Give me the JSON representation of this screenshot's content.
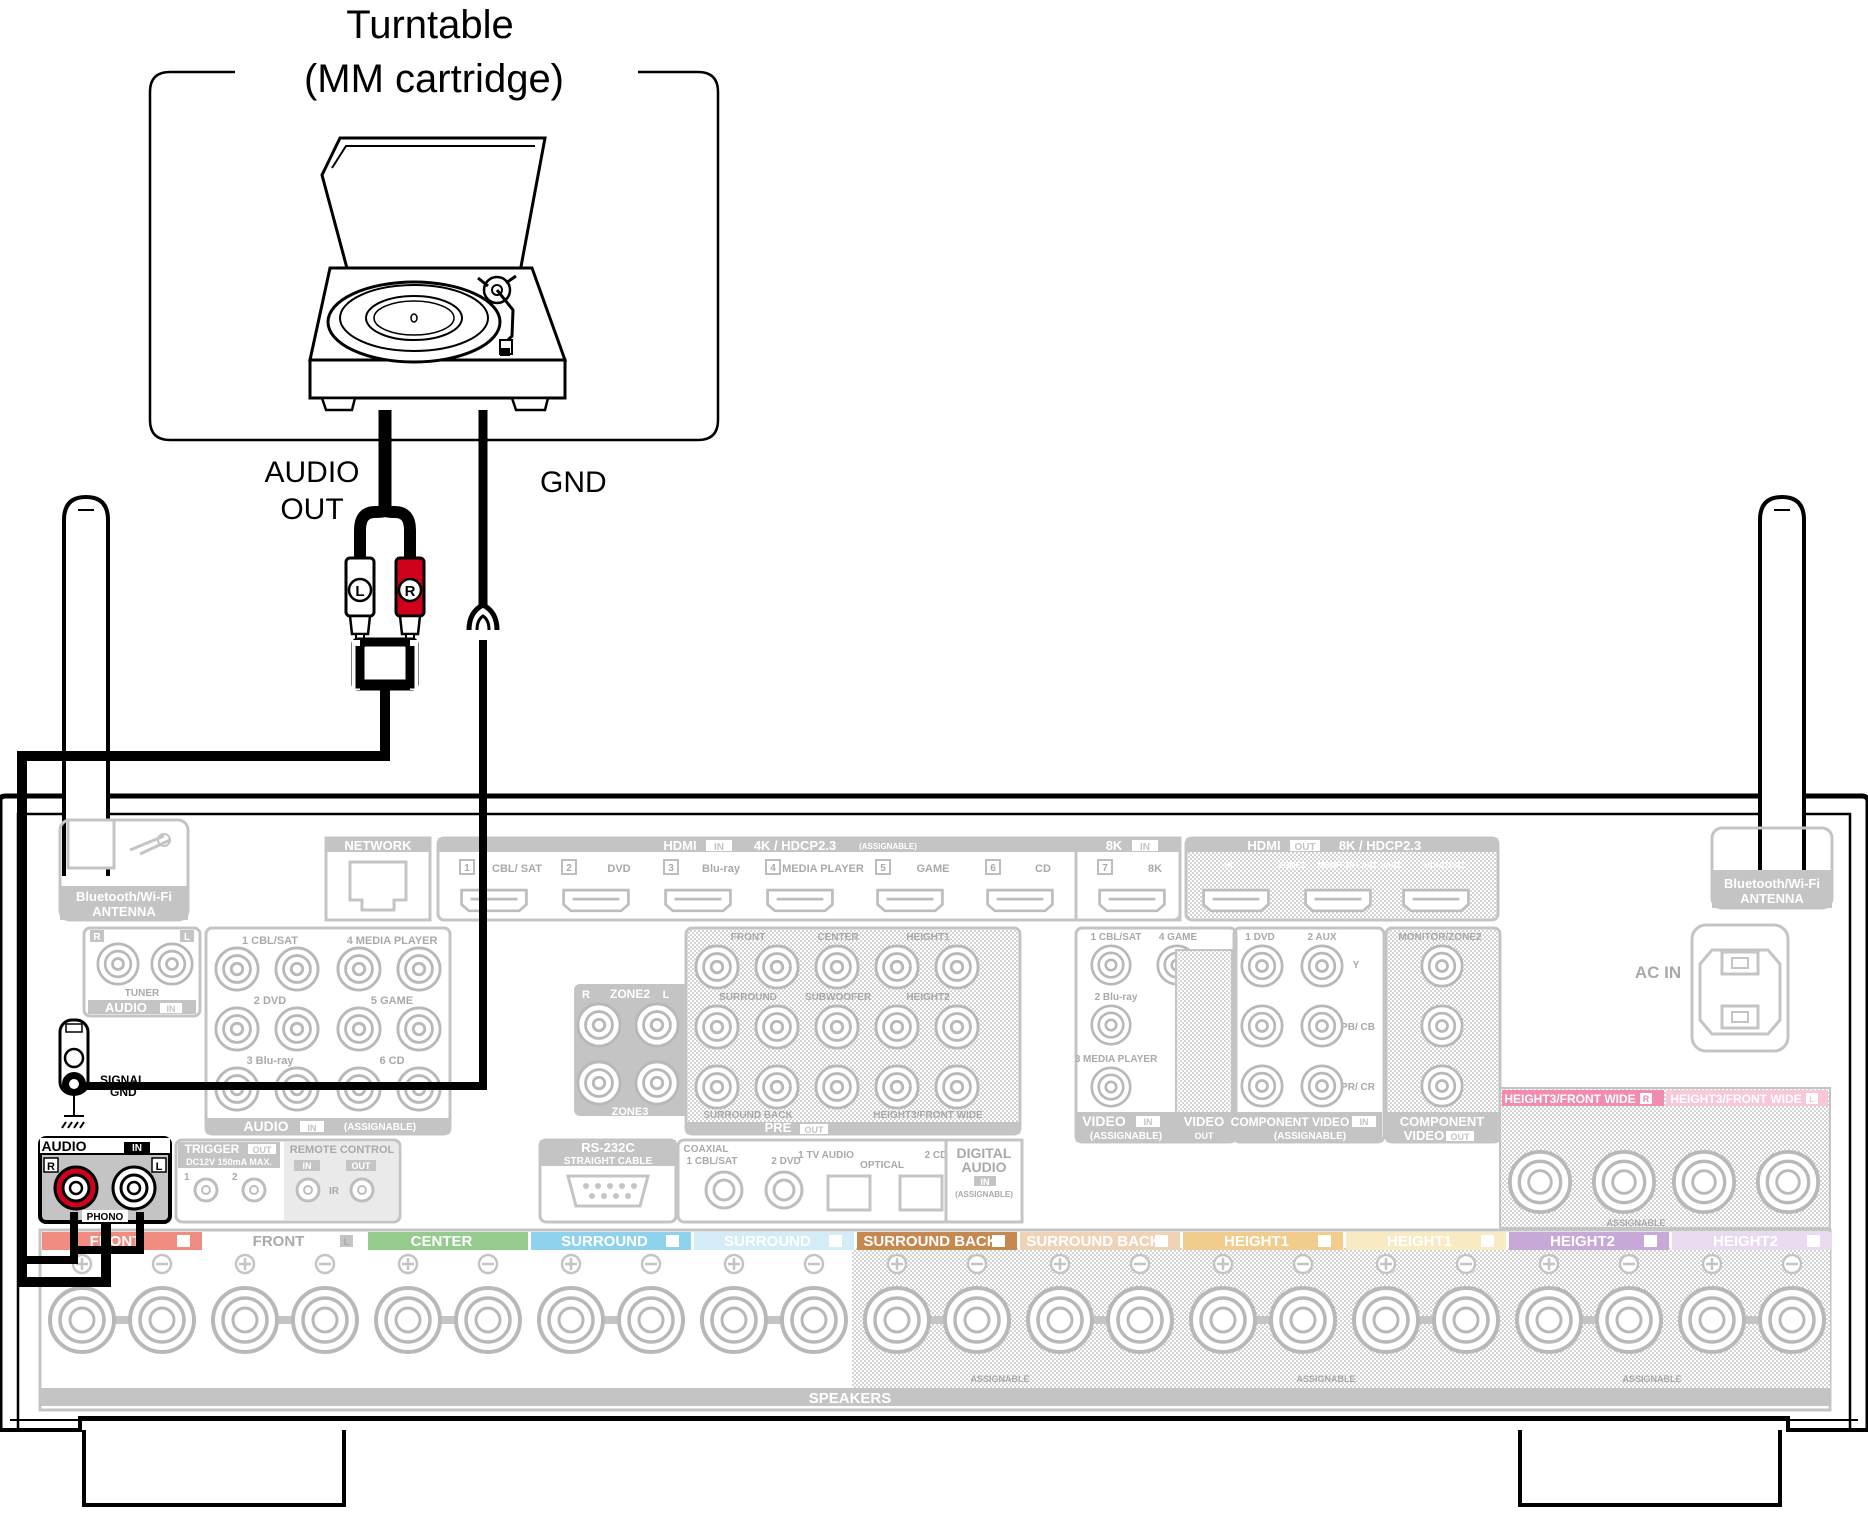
{
  "device": {
    "name_line1": "Turntable",
    "name_line2": "(MM cartridge)",
    "audio_out_line1": "AUDIO",
    "audio_out_line2": "OUT",
    "gnd": "GND",
    "plug_l": "L",
    "plug_r": "R"
  },
  "receiver": {
    "signal_gnd_line1": "SIGNAL",
    "signal_gnd_line2": "GND",
    "bt_antenna_line1": "Bluetooth/Wi-Fi",
    "bt_antenna_line2": "ANTENNA",
    "network": "NETWORK",
    "hdmi_in_title": "HDMI",
    "hdmi_in_tag": "IN",
    "hdmi_in_spec": "4K / HDCP2.3",
    "hdmi_in_assignable": "(ASSIGNABLE)",
    "hdmi_inputs": [
      {
        "num": "1",
        "label": "CBL/ SAT"
      },
      {
        "num": "2",
        "label": "DVD"
      },
      {
        "num": "3",
        "label": "Blu-ray"
      },
      {
        "num": "4",
        "label": "MEDIA PLAYER"
      },
      {
        "num": "5",
        "label": "GAME"
      },
      {
        "num": "6",
        "label": "CD"
      },
      {
        "num": "7",
        "label": "8K"
      }
    ],
    "hdmi_8k_title": "8K",
    "hdmi_8k_tag": "IN",
    "hdmi_out_title": "HDMI",
    "hdmi_out_tag": "OUT",
    "hdmi_out_spec": "8K / HDCP2.3",
    "hdmi_out_ports": [
      "4K",
      "ZONE2",
      "MONITOR1 ARC eARC",
      "MONITOR2"
    ],
    "tuner": "TUNER",
    "audio_in": "AUDIO",
    "in_tag": "IN",
    "audio_in_inputs": [
      "1 CBL/SAT",
      "2 DVD",
      "3 Blu-ray",
      "4 MEDIA PLAYER",
      "5 GAME",
      "6 CD"
    ],
    "assignable": "(ASSIGNABLE)",
    "zone2": "ZONE2",
    "zone3": "ZONE3",
    "pre_out_labels": [
      "FRONT",
      "CENTER",
      "HEIGHT1",
      "SURROUND",
      "SUBWOOFER",
      "HEIGHT2",
      "SURROUND BACK",
      "HEIGHT3/FRONT WIDE"
    ],
    "pre": "PRE",
    "out_tag": "OUT",
    "video_labels": [
      "1 CBL/SAT",
      "4 GAME",
      "2 Blu-ray",
      "3 MEDIA PLAYER",
      "MONITOR",
      "ZONE2"
    ],
    "video": "VIDEO",
    "component_labels": [
      "1 DVD",
      "2 AUX",
      "MONITOR/ZONE2",
      "Y",
      "PB/ CB",
      "PR/ CR"
    ],
    "component_video": "COMPONENT VIDEO",
    "component_video_line1": "COMPONENT",
    "component_video_line2": "VIDEO",
    "ac_in": "AC IN",
    "phono_audio": "AUDIO",
    "phono_in": "IN",
    "phono": "PHONO",
    "ch_r": "R",
    "ch_l": "L",
    "trigger": "TRIGGER",
    "trigger_spec": "DC12V 150mA MAX.",
    "trigger_1": "1",
    "trigger_2": "2",
    "remote_control": "REMOTE CONTROL",
    "ir": "IR",
    "rs232c": "RS-232C",
    "straight_cable": "STRAIGHT CABLE",
    "digital_labels": [
      "COAXIAL",
      "1 CBL/SAT",
      "2 DVD",
      "1 TV AUDIO",
      "OPTICAL",
      "2 CD"
    ],
    "digital_audio_line1": "DIGITAL",
    "digital_audio_line2": "AUDIO",
    "speakers": "SPEAKERS",
    "speaker_groups": [
      {
        "label": "FRONT",
        "ch": "R",
        "color": "#f08c80"
      },
      {
        "label": "FRONT",
        "ch": "L",
        "color": "#ffffff"
      },
      {
        "label": "CENTER",
        "ch": "",
        "color": "#95cc8e"
      },
      {
        "label": "SURROUND",
        "ch": "R",
        "color": "#8fd2ee"
      },
      {
        "label": "SURROUND",
        "ch": "L",
        "color": "#d4ecf5"
      },
      {
        "label": "SURROUND BACK",
        "ch": "R",
        "color": "#c8874e"
      },
      {
        "label": "SURROUND BACK",
        "ch": "L",
        "color": "#efd3b8"
      },
      {
        "label": "HEIGHT1",
        "ch": "R",
        "color": "#f2cc8d"
      },
      {
        "label": "HEIGHT1",
        "ch": "L",
        "color": "#f8ebc4"
      },
      {
        "label": "HEIGHT2",
        "ch": "R",
        "color": "#c7a8d6"
      },
      {
        "label": "HEIGHT2",
        "ch": "L",
        "color": "#e8dbef"
      }
    ],
    "height3_r": "HEIGHT3/FRONT WIDE",
    "height3_l": "HEIGHT3/FRONT WIDE",
    "speaker_assignable": "ASSIGNABLE"
  },
  "colors": {
    "cable": "#000000",
    "rca_red": "#d0021b",
    "panel_gray": "#c4c4c4",
    "height3_r": "#f08cb0",
    "height3_l": "#f8c8da"
  }
}
